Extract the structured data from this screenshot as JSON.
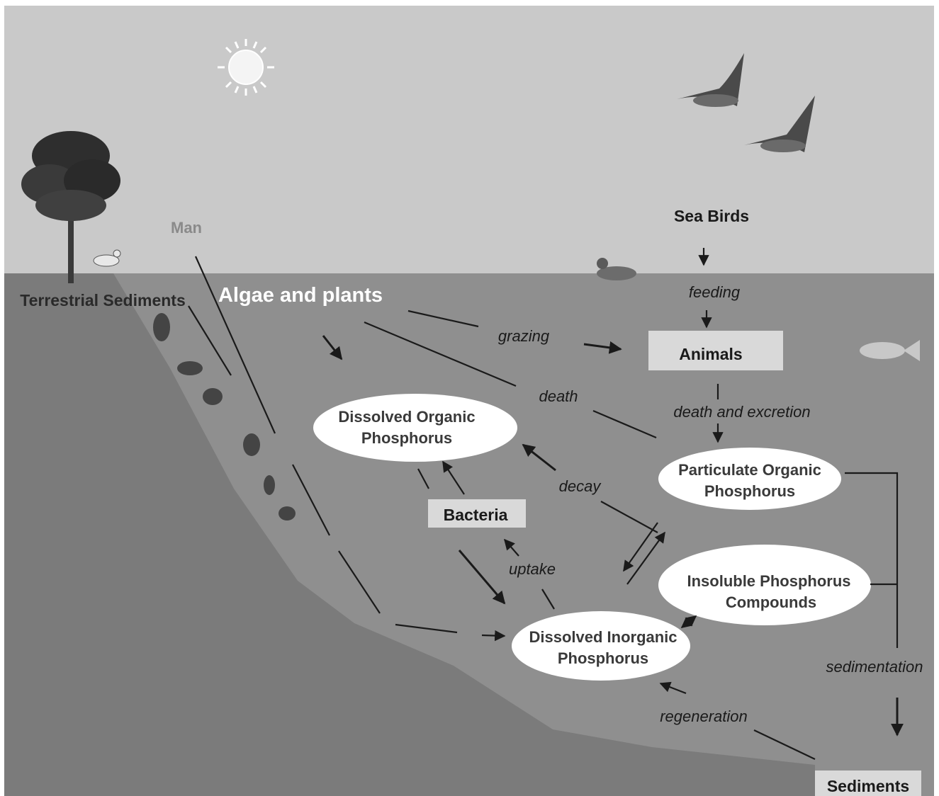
{
  "labels": {
    "sea_birds": "Sea Birds",
    "man": "Man",
    "terrestrial_sediments": "Terrestrial Sediments",
    "algae_and_plants": "Algae and plants",
    "feeding": "feeding",
    "grazing": "grazing",
    "animals": "Animals",
    "death": "death",
    "death_and_excretion": "death and excretion",
    "dissolved_organic_line1": "Dissolved Organic",
    "dissolved_organic_line2": "Phosphorus",
    "particulate_organic_line1": "Particulate Organic",
    "particulate_organic_line2": "Phosphorus",
    "decay": "decay",
    "bacteria": "Bacteria",
    "uptake": "uptake",
    "insoluble_line1": "Insoluble Phosphorus",
    "insoluble_line2": "Compounds",
    "dissolved_inorganic_line1": "Dissolved Inorganic",
    "dissolved_inorganic_line2": "Phosphorus",
    "sedimentation": "sedimentation",
    "regeneration": "regeneration",
    "sediments": "Sediments"
  },
  "colors": {
    "sky": "#c9c9c9",
    "water": "#8f8f8f",
    "seabed": "#7b7b7b",
    "box_fill": "#d9d9d9",
    "ellipse_fill": "#ffffff"
  }
}
